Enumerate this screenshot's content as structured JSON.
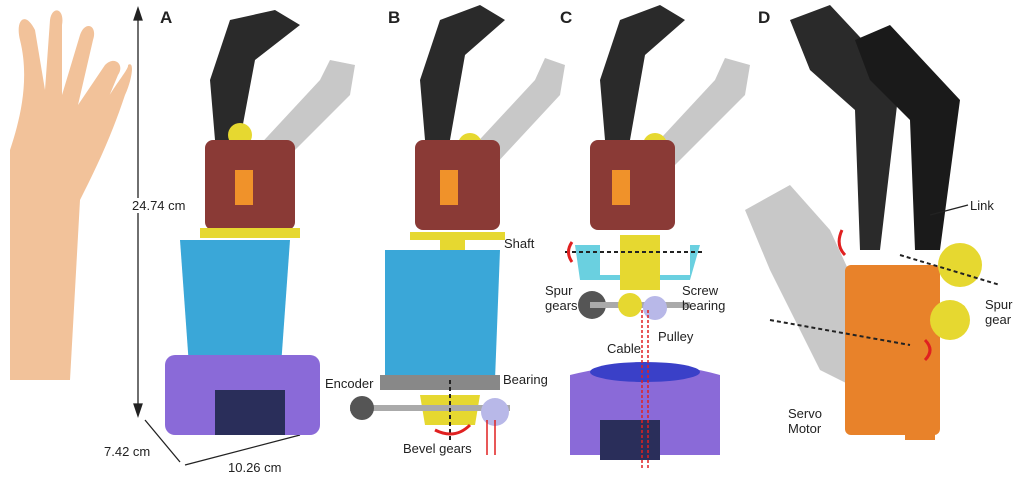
{
  "panels": {
    "a": "A",
    "b": "B",
    "c": "C",
    "d": "D"
  },
  "dimensions": {
    "height": "24.74 cm",
    "depth": "7.42 cm",
    "width": "10.26 cm"
  },
  "labels": {
    "shaft": "Shaft",
    "spur_gears_1": "Spur",
    "spur_gears_2": "gears",
    "screw_bearing_1": "Screw",
    "screw_bearing_2": "bearing",
    "pulley": "Pulley",
    "cable": "Cable",
    "encoder": "Encoder",
    "bearing": "Bearing",
    "bevel_gears": "Bevel gears",
    "link": "Link",
    "spur_gear_1": "Spur",
    "spur_gear_2": "gear",
    "servo_motor_1": "Servo",
    "servo_motor_2": "Motor"
  },
  "colors": {
    "finger_black": "#2a2a2a",
    "finger_grey": "#c8c8c8",
    "body": "#8a3a36",
    "cylinder": "#3aa7d8",
    "base": "#8a6ad8",
    "gear": "#e6d830",
    "arrow": "#e02020",
    "servo": "#e8822a",
    "skin": "#f2c29a"
  }
}
